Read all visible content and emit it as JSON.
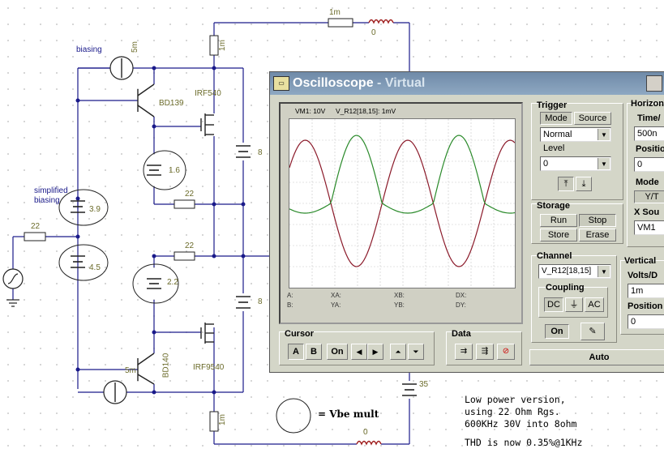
{
  "schematic": {
    "r_top_value": "1m",
    "l_top_value": "0",
    "r_upper_label": "1m",
    "biasing_label": "biasing",
    "source_top_value": "5m",
    "q_upper": "BD139",
    "mosfet_upper": "IRF540",
    "batt_upper_value": "1.6",
    "r_bias_upper": "22",
    "simplified_biasing_label": "simplified\nbiasing",
    "batt_simplified_value": "3.9",
    "r_input": "22",
    "batt_mid_value": "4.5",
    "r_bias_lower": "22",
    "batt_lower_value": "2.2",
    "batt_rail_upper": "8",
    "batt_rail_lower": "8",
    "mosfet_lower": "IRF9540",
    "q_lower": "BD140",
    "source_bottom_value": "5m",
    "r_lower_label": "1m",
    "batt_35": "35",
    "l_bottom_value": "0",
    "vbe_legend": "= Vbe mult",
    "note_lines": [
      "Low power version,",
      "using 22 Ohm Rgs.",
      "600KHz 30V into 8ohm",
      "THD is now 0.35%@1KHz"
    ]
  },
  "oscilloscope": {
    "title_main": "Oscilloscope",
    "title_sub": " - Virtual",
    "vm1_label": "VM1: 10V",
    "vr_label": "V_R12[18,15]: 1mV",
    "vm1_color": "#8b1a2a",
    "vr_color": "#2a8a2a",
    "readouts": {
      "a": "A:",
      "b": "B:",
      "xa": "XA:",
      "ya": "YA:",
      "xb": "XB:",
      "yb": "YB:",
      "dx": "DX:",
      "dy": "DY:"
    },
    "trigger": {
      "title": "Trigger",
      "mode": "Mode",
      "source": "Source",
      "mode_value": "Normal",
      "level_label": "Level",
      "level_value": "0"
    },
    "storage": {
      "title": "Storage",
      "run": "Run",
      "stop": "Stop",
      "store": "Store",
      "erase": "Erase"
    },
    "horizontal": {
      "title": "Horizon",
      "time_label": "Time/",
      "time_value": "500n",
      "position_label": "Positio",
      "position_value": "0",
      "mode_label": "Mode",
      "mode_value": "Y/T",
      "xsource_label": "X Sou",
      "xsource_value": "VM1"
    },
    "channel": {
      "title": "Channel",
      "value": "V_R12[18,15]",
      "coupling": "Coupling",
      "dc": "DC",
      "gnd": "⏚",
      "ac": "AC",
      "on": "On"
    },
    "vertical": {
      "title": "Vertical",
      "volts_label": "Volts/D",
      "volts_value": "1m",
      "position_label": "Position",
      "position_value": "0"
    },
    "cursor": {
      "title": "Cursor",
      "a": "A",
      "b": "B",
      "on": "On",
      "left": "◀",
      "right": "▶",
      "up": "⏶",
      "down": "⏷"
    },
    "data": {
      "title": "Data"
    },
    "auto": "Auto"
  }
}
